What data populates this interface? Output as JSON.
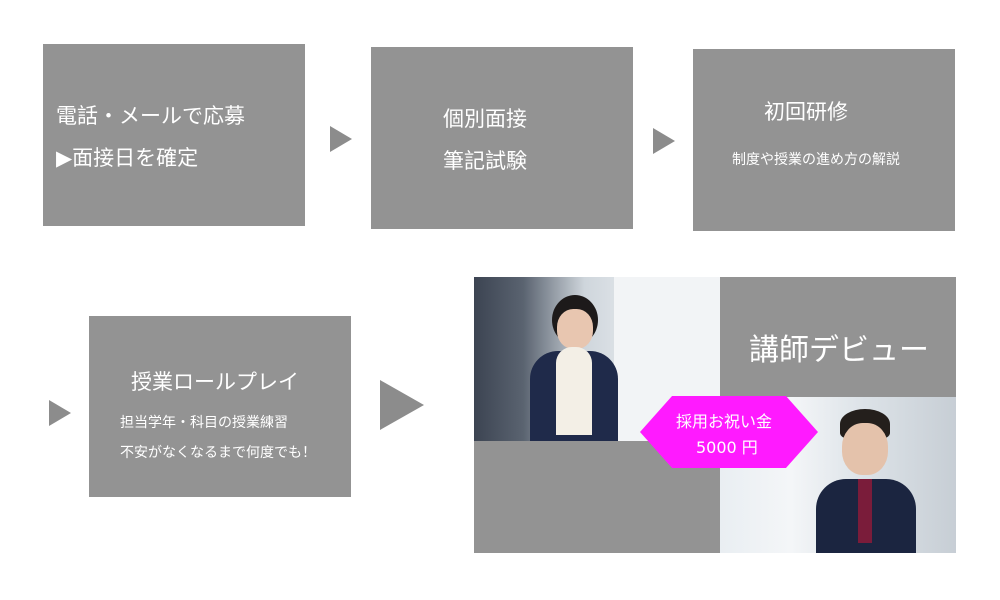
{
  "step1": {
    "line1": "電話・メールで応募",
    "line2": "▶面接日を確定"
  },
  "step2": {
    "line1": "個別面接",
    "line2": "筆記試験"
  },
  "step3": {
    "title": "初回研修",
    "desc": "制度や授業の進め方の解説"
  },
  "step4": {
    "title": "授業ロールプレイ",
    "desc1": "担当学年・科目の授業練習",
    "desc2": "不安がなくなるまで何度でも！"
  },
  "debut": {
    "title": "講師デビュー",
    "badge_line1": "採用お祝い金",
    "badge_line2": "5000 円"
  },
  "colors": {
    "box": "#939393",
    "arrow": "#8c8c8c",
    "badge": "#ff1aff",
    "text": "#ffffff"
  },
  "icons": {
    "step_arrow": "right-triangle-arrow"
  }
}
